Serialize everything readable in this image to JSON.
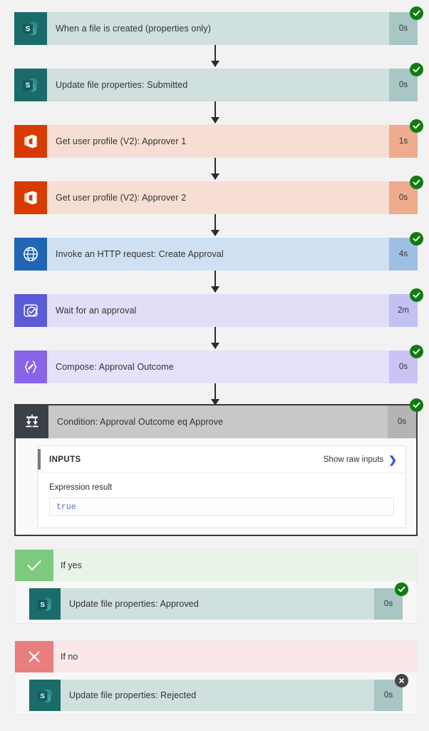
{
  "flow": {
    "background": "#f2f2f2",
    "steps": [
      {
        "name": "trigger-when-file-created",
        "title": "When a file is created (properties only)",
        "duration": "0s",
        "status": "succeeded",
        "icon": "sharepoint-icon",
        "icon_bg": "#1c6b6b",
        "body_bg": "#cfe0de",
        "dur_bg": "#a7c6c4"
      },
      {
        "name": "update-file-properties-submitted",
        "title": "Update file properties: Submitted",
        "duration": "0s",
        "status": "succeeded",
        "icon": "sharepoint-icon",
        "icon_bg": "#1c6b6b",
        "body_bg": "#cfe0de",
        "dur_bg": "#a7c6c4"
      },
      {
        "name": "get-user-profile-approver-1",
        "title": "Get user profile (V2): Approver 1",
        "duration": "1s",
        "status": "succeeded",
        "icon": "office365-icon",
        "icon_bg": "#d83b01",
        "body_bg": "#f7ded4",
        "dur_bg": "#eeab8e"
      },
      {
        "name": "get-user-profile-approver-2",
        "title": "Get user profile (V2): Approver 2",
        "duration": "0s",
        "status": "succeeded",
        "icon": "office365-icon",
        "icon_bg": "#d83b01",
        "body_bg": "#f7ded4",
        "dur_bg": "#eeab8e"
      },
      {
        "name": "invoke-http-request-create-approval",
        "title": "Invoke an HTTP request: Create Approval",
        "duration": "4s",
        "status": "succeeded",
        "icon": "globe-icon",
        "icon_bg": "#1f66b5",
        "body_bg": "#cfe0f2",
        "dur_bg": "#9dbfe4"
      },
      {
        "name": "wait-for-an-approval",
        "title": "Wait for an approval",
        "duration": "2m",
        "status": "succeeded",
        "icon": "approval-icon",
        "icon_bg": "#5b5bd6",
        "body_bg": "#e0dff7",
        "dur_bg": "#c3c0f2"
      },
      {
        "name": "compose-approval-outcome",
        "title": "Compose: Approval Outcome",
        "duration": "0s",
        "status": "succeeded",
        "icon": "compose-icon",
        "icon_bg": "#8765e8",
        "body_bg": "#e6deFa",
        "dur_bg": "#cdc2f5"
      }
    ],
    "condition": {
      "name": "condition-approval-outcome-eq-approve",
      "title": "Condition: Approval Outcome eq Approve",
      "duration": "0s",
      "status": "succeeded",
      "icon": "condition-icon",
      "icon_bg": "#3b4049",
      "body_bg": "#c8c8c8",
      "dur_bg": "#b4b4b4",
      "inputs": {
        "section_label": "INPUTS",
        "show_raw_label": "Show raw inputs",
        "expression_label": "Expression result",
        "expression_value": "true"
      }
    },
    "branches": [
      {
        "name": "branch-if-yes",
        "label": "If yes",
        "icon": "check-icon",
        "head_bg": "#e9f4e9",
        "icon_bg": "#7dc97d",
        "action": {
          "name": "update-file-properties-approved",
          "title": "Update file properties: Approved",
          "duration": "0s",
          "status": "succeeded",
          "icon": "sharepoint-icon",
          "icon_bg": "#1c6b6b",
          "body_bg": "#cfe0de",
          "dur_bg": "#a7c6c4"
        }
      },
      {
        "name": "branch-if-no",
        "label": "If no",
        "icon": "x-icon",
        "head_bg": "#fae8e8",
        "icon_bg": "#e87e7e",
        "action": {
          "name": "update-file-properties-rejected",
          "title": "Update file properties: Rejected",
          "duration": "0s",
          "status": "skipped",
          "icon": "sharepoint-icon",
          "icon_bg": "#1c6b6b",
          "body_bg": "#cfe0de",
          "dur_bg": "#a7c6c4"
        }
      }
    ],
    "status_colors": {
      "succeeded": "#107c10",
      "skipped": "#484644"
    }
  }
}
